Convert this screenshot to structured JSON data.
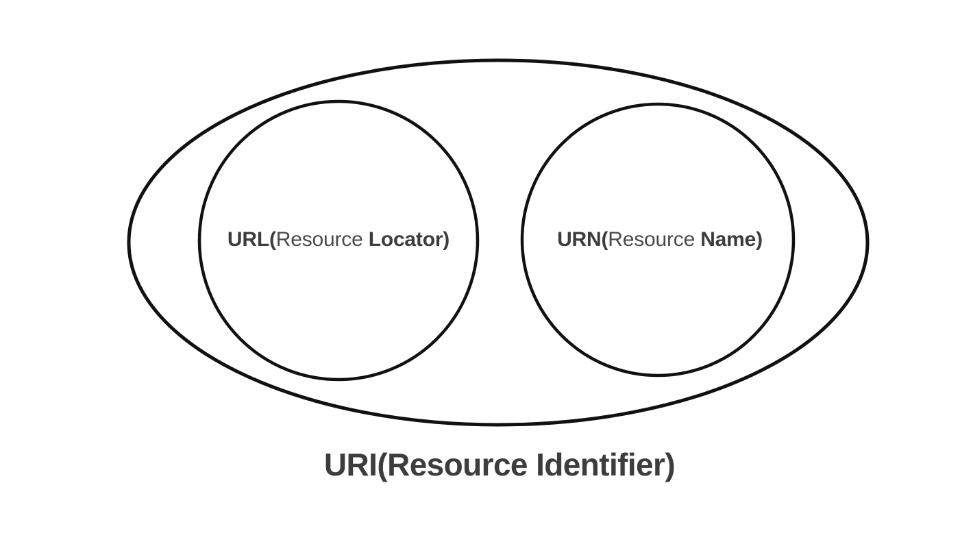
{
  "diagram": {
    "type": "venn-set-containment",
    "background_color": "#ffffff",
    "stroke_color": "#111111",
    "text_color": "#3d3d3d",
    "outer_set": {
      "name": "URI",
      "caption_prefix": "URI(Resource ",
      "caption_emphasis": "Identifier)",
      "caption_full": "URI(Resource Identifier)"
    },
    "left_set": {
      "name": "URL",
      "label_bold_prefix": "URL(",
      "label_regular": "Resource ",
      "label_bold_suffix": "Locator)",
      "label_full": "URL(Resource Locator)"
    },
    "right_set": {
      "name": "URN",
      "label_bold_prefix": "URN(",
      "label_regular": "Resource ",
      "label_bold_suffix": "Name)",
      "label_full": "URN(Resource Name)"
    }
  }
}
